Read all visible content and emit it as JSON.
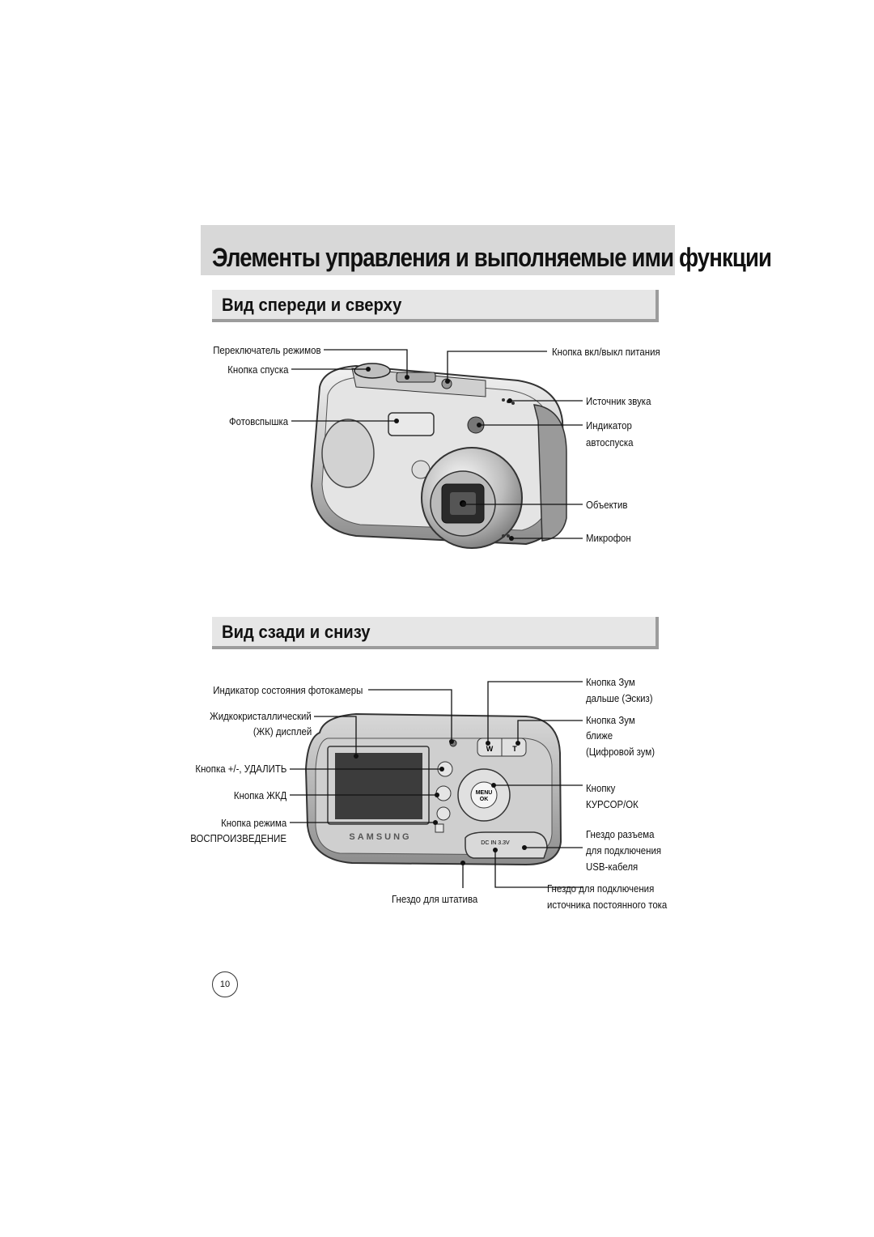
{
  "page_title": "Элементы управления и выполняемые ими функции",
  "front": {
    "heading": "Вид спереди и сверху",
    "labels": {
      "mode_switch": "Переключатель режимов",
      "shutter": "Кнопка спуска",
      "flash": "Фотовспышка",
      "power": "Кнопка вкл/выкл питания",
      "speaker": "Источник звука",
      "self_timer_1": "Индикатор",
      "self_timer_2": "автоспуска",
      "lens": "Объектив",
      "mic": "Микрофон"
    }
  },
  "back": {
    "heading": "Вид сзади и снизу",
    "labels": {
      "status_lamp": "Индикатор состояния фотокамеры",
      "lcd_1": "Жидкокристаллический",
      "lcd_2": "(ЖК) дисплей",
      "delete": "Кнопка +/-, УДАЛИТЬ",
      "lcd_button": "Кнопка ЖКД",
      "play_1": "Кнопка режима",
      "play_2": "ВОСПРОИЗВЕДЕНИЕ",
      "tripod": "Гнездо для штатива",
      "zoom_w_1": "Кнопка Зум",
      "zoom_w_2": "дальше (Эскиз)",
      "zoom_t_1": "Кнопка Зум",
      "zoom_t_2": "ближе",
      "zoom_t_3": "(Цифровой зум)",
      "cursor_1": "Кнопку",
      "cursor_2": "КУРСОР/ОК",
      "usb_1": "Гнездо разъема",
      "usb_2": "для подключения",
      "usb_3": "USB-кабеля",
      "dc_1": "Гнездо для подключения",
      "dc_2": "источника постоянного тока"
    },
    "camera_text": {
      "brand": "SAMSUNG",
      "menu": "MENU",
      "ok": "OK",
      "w": "W",
      "t": "T",
      "dc": "DC IN 3.3V"
    }
  },
  "page_number": "10"
}
